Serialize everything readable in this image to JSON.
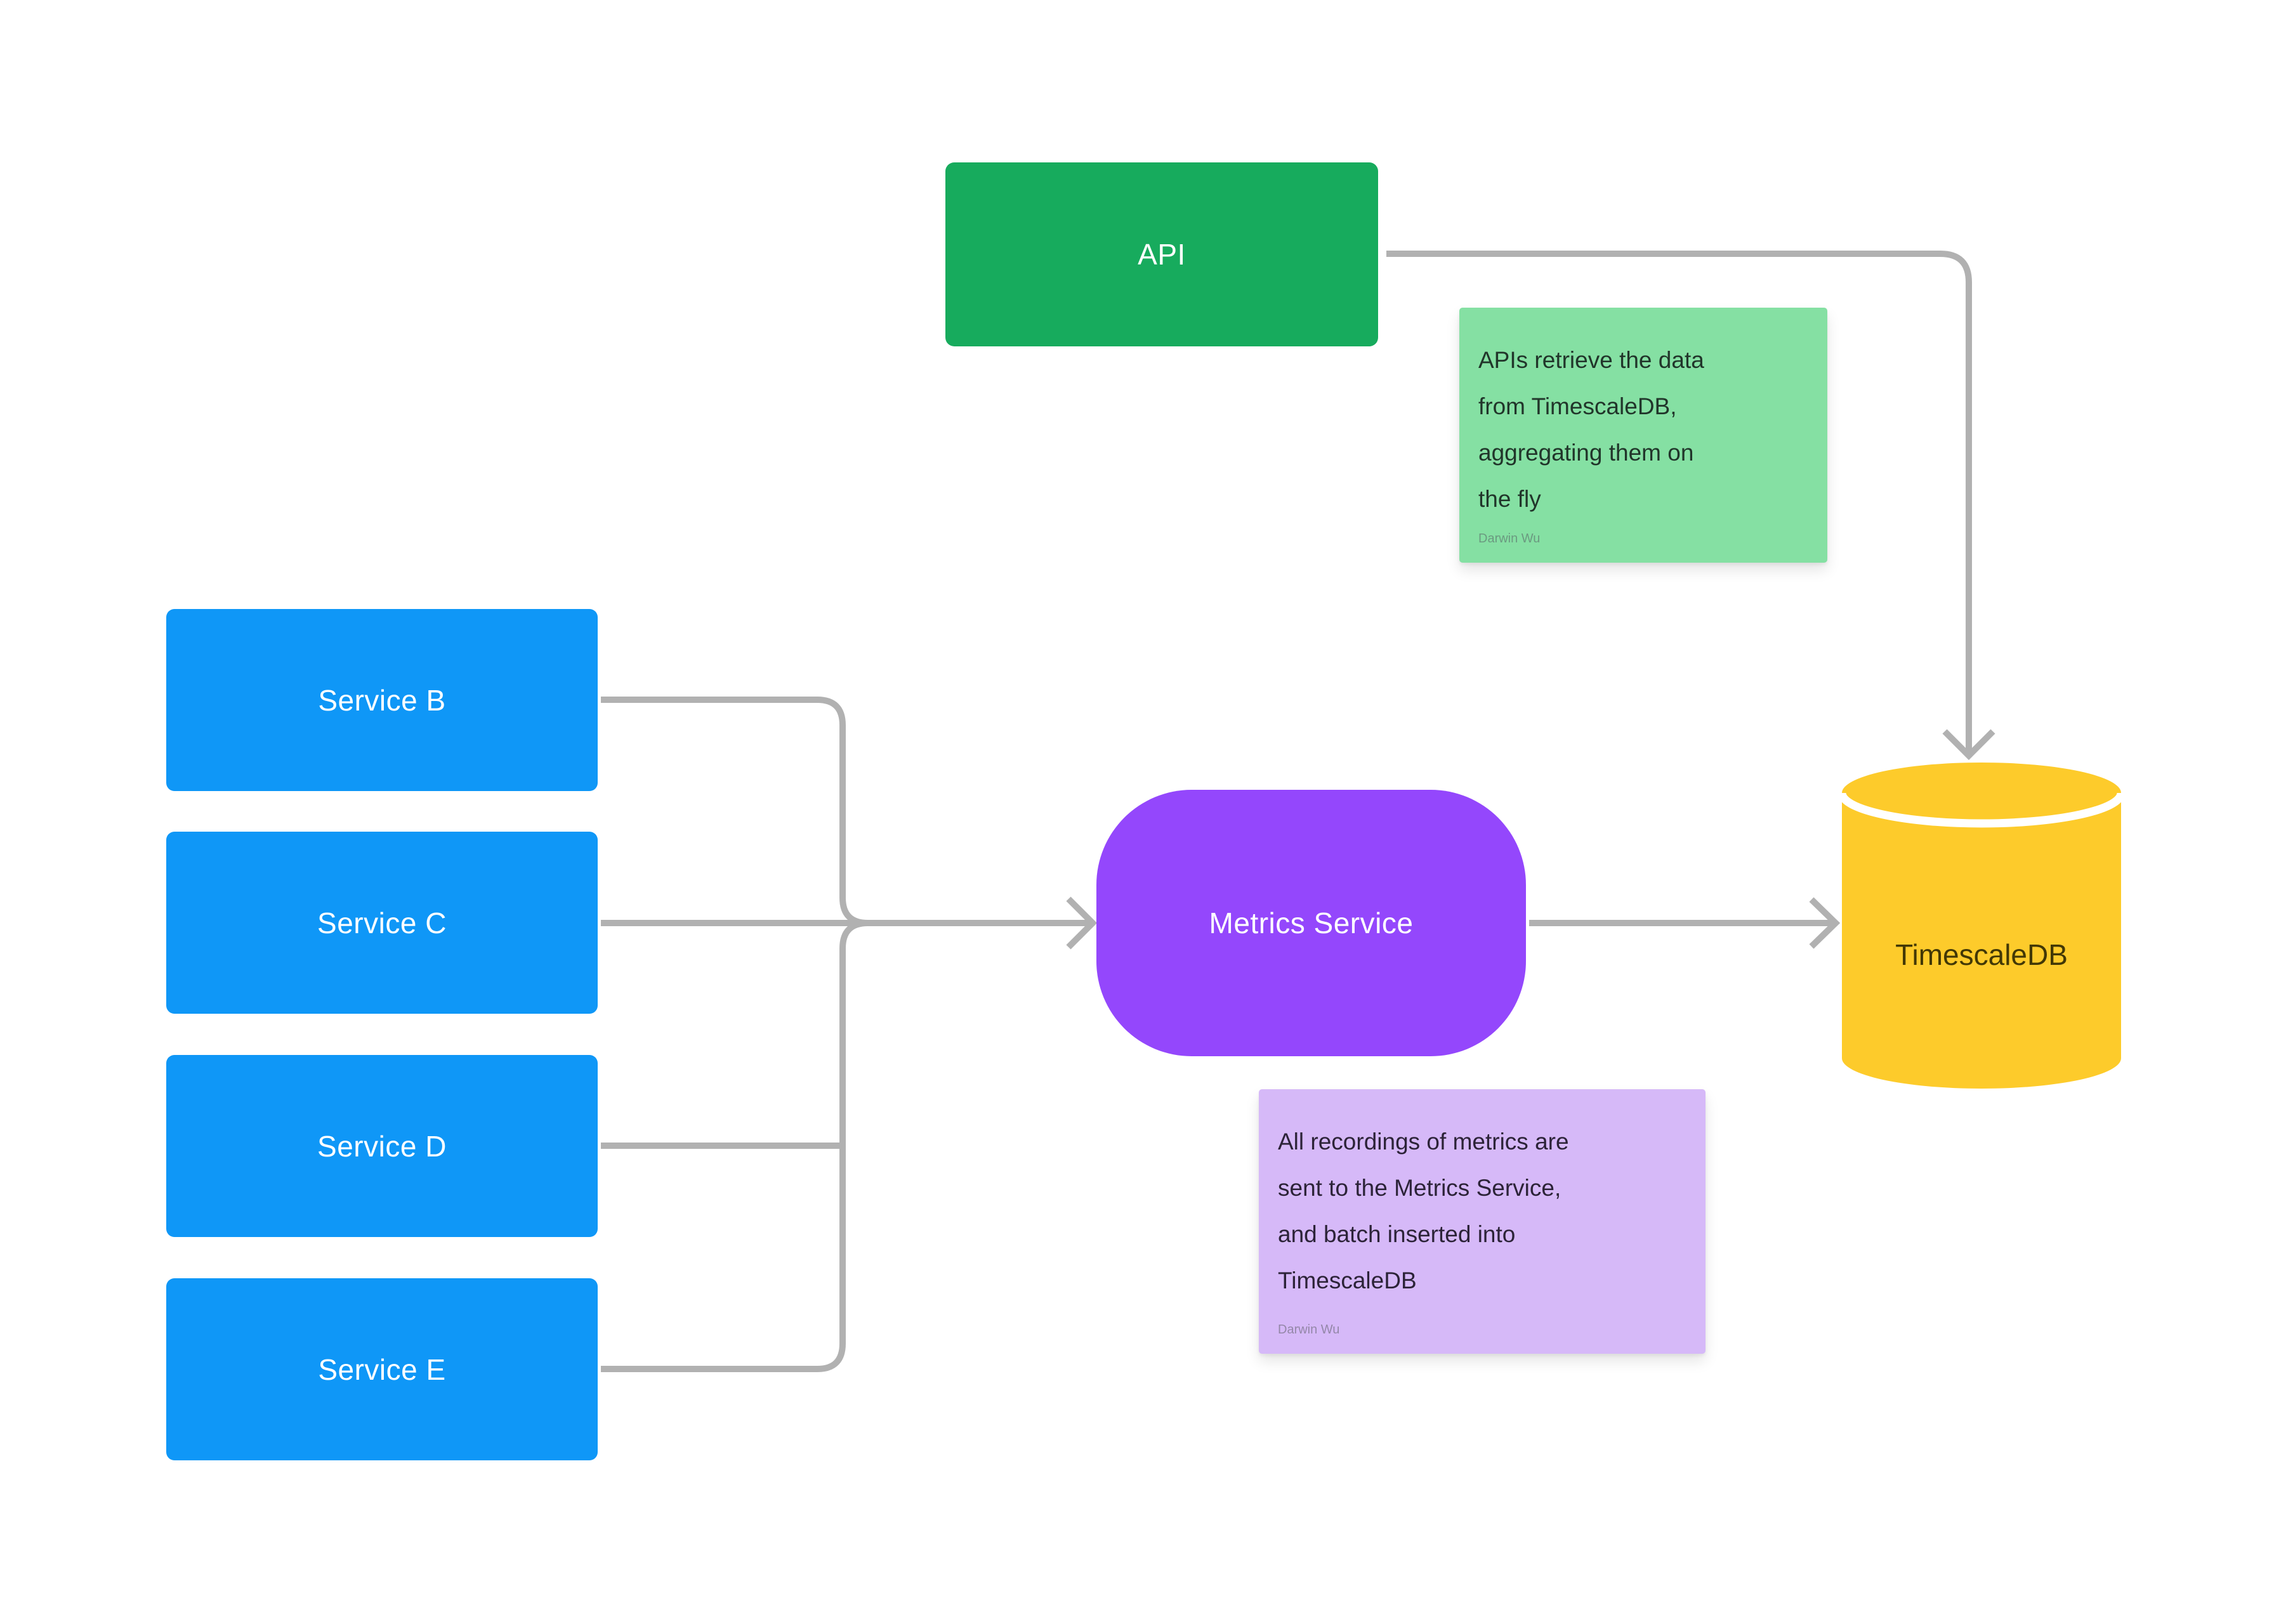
{
  "diagram": {
    "background": "#ffffff",
    "connector_color": "#b1b1b1"
  },
  "nodes": {
    "api": {
      "label": "API",
      "fill": "#17ab5d",
      "text_color": "#ffffff"
    },
    "services": [
      {
        "label": "Service B"
      },
      {
        "label": "Service C"
      },
      {
        "label": "Service D"
      },
      {
        "label": "Service E"
      }
    ],
    "service_fill": "#0f97f7",
    "metrics": {
      "label": "Metrics Service",
      "fill": "#9447fc",
      "text_color": "#ffffff"
    },
    "database": {
      "label": "TimescaleDB",
      "fill": "#fdcb2b",
      "text_color": "#423806"
    }
  },
  "notes": {
    "api_note": {
      "fill": "#85e0a3",
      "lines": [
        "APIs retrieve the data",
        "from TimescaleDB,",
        "aggregating them on",
        "the fly"
      ],
      "author": "Darwin Wu"
    },
    "metrics_note": {
      "fill": "#d6b9f8",
      "lines": [
        "All recordings of metrics are",
        "sent to the Metrics Service,",
        "and batch inserted into",
        "TimescaleDB"
      ],
      "author": "Darwin Wu"
    }
  }
}
